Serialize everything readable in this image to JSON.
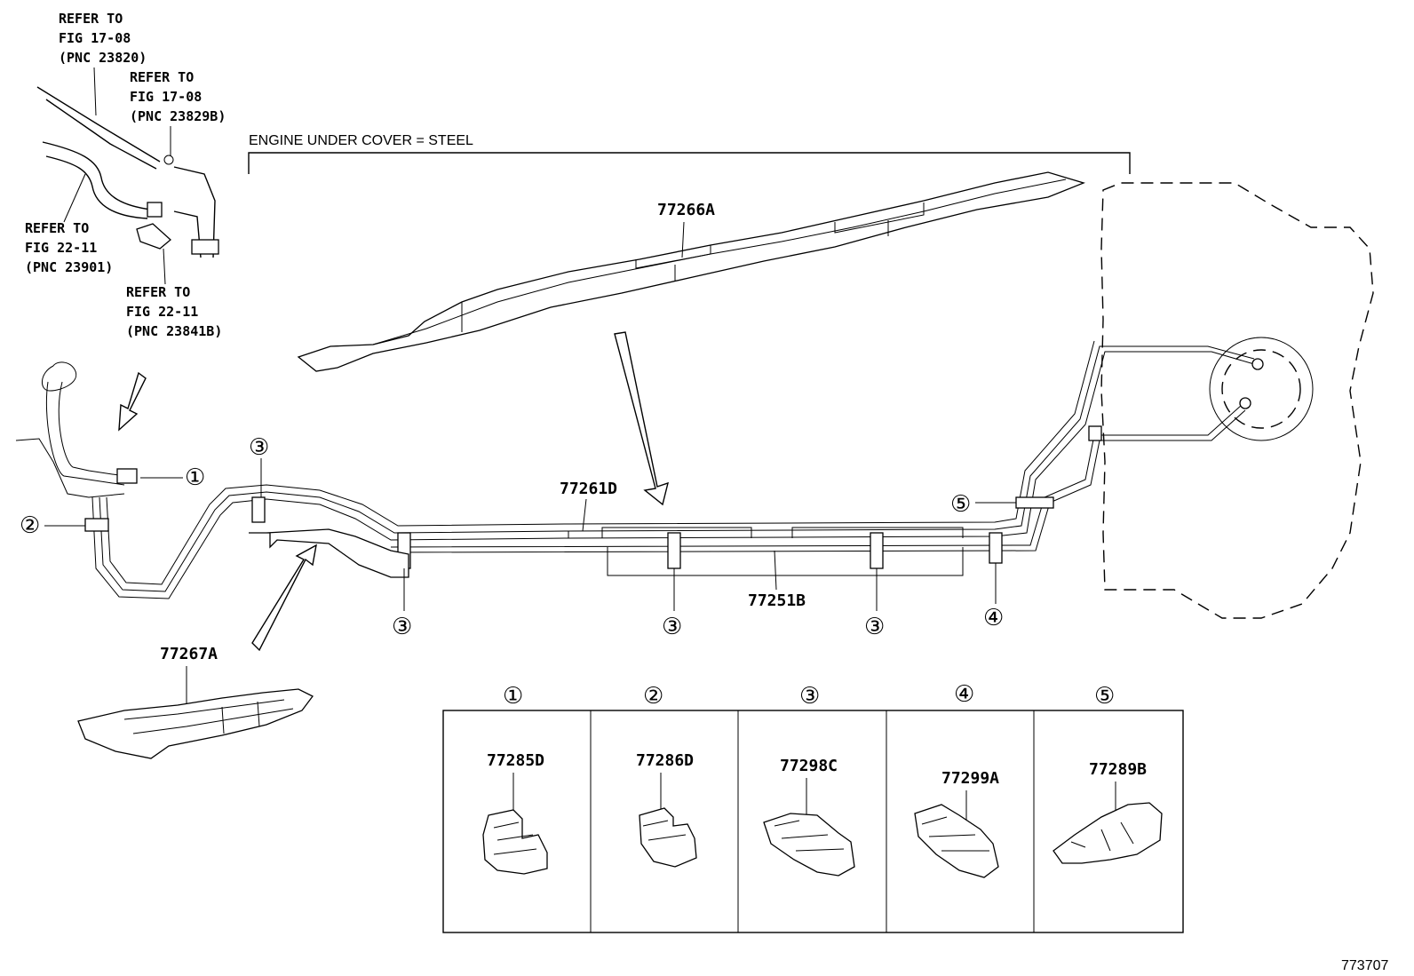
{
  "references": [
    {
      "line1": "REFER TO",
      "line2": "FIG 17-08",
      "line3": "(PNC 23820)"
    },
    {
      "line1": "REFER TO",
      "line2": "FIG 17-08",
      "line3": "(PNC 23829B)"
    },
    {
      "line1": "REFER TO",
      "line2": "FIG 22-11",
      "line3": "(PNC 23901)"
    },
    {
      "line1": "REFER TO",
      "line2": "FIG 22-11",
      "line3": "(PNC 23841B)"
    }
  ],
  "note": "ENGINE UNDER COVER = STEEL",
  "part_labels": {
    "p77266A": "77266A",
    "p77261D": "77261D",
    "p77251B": "77251B",
    "p77267A": "77267A"
  },
  "callouts": [
    "①",
    "②",
    "③",
    "④",
    "⑤"
  ],
  "clamp_table": [
    {
      "num": "①",
      "part": "77285D"
    },
    {
      "num": "②",
      "part": "77286D"
    },
    {
      "num": "③",
      "part": "77298C"
    },
    {
      "num": "④",
      "part": "77299A"
    },
    {
      "num": "⑤",
      "part": "77289B"
    }
  ],
  "figure_id": "773707"
}
